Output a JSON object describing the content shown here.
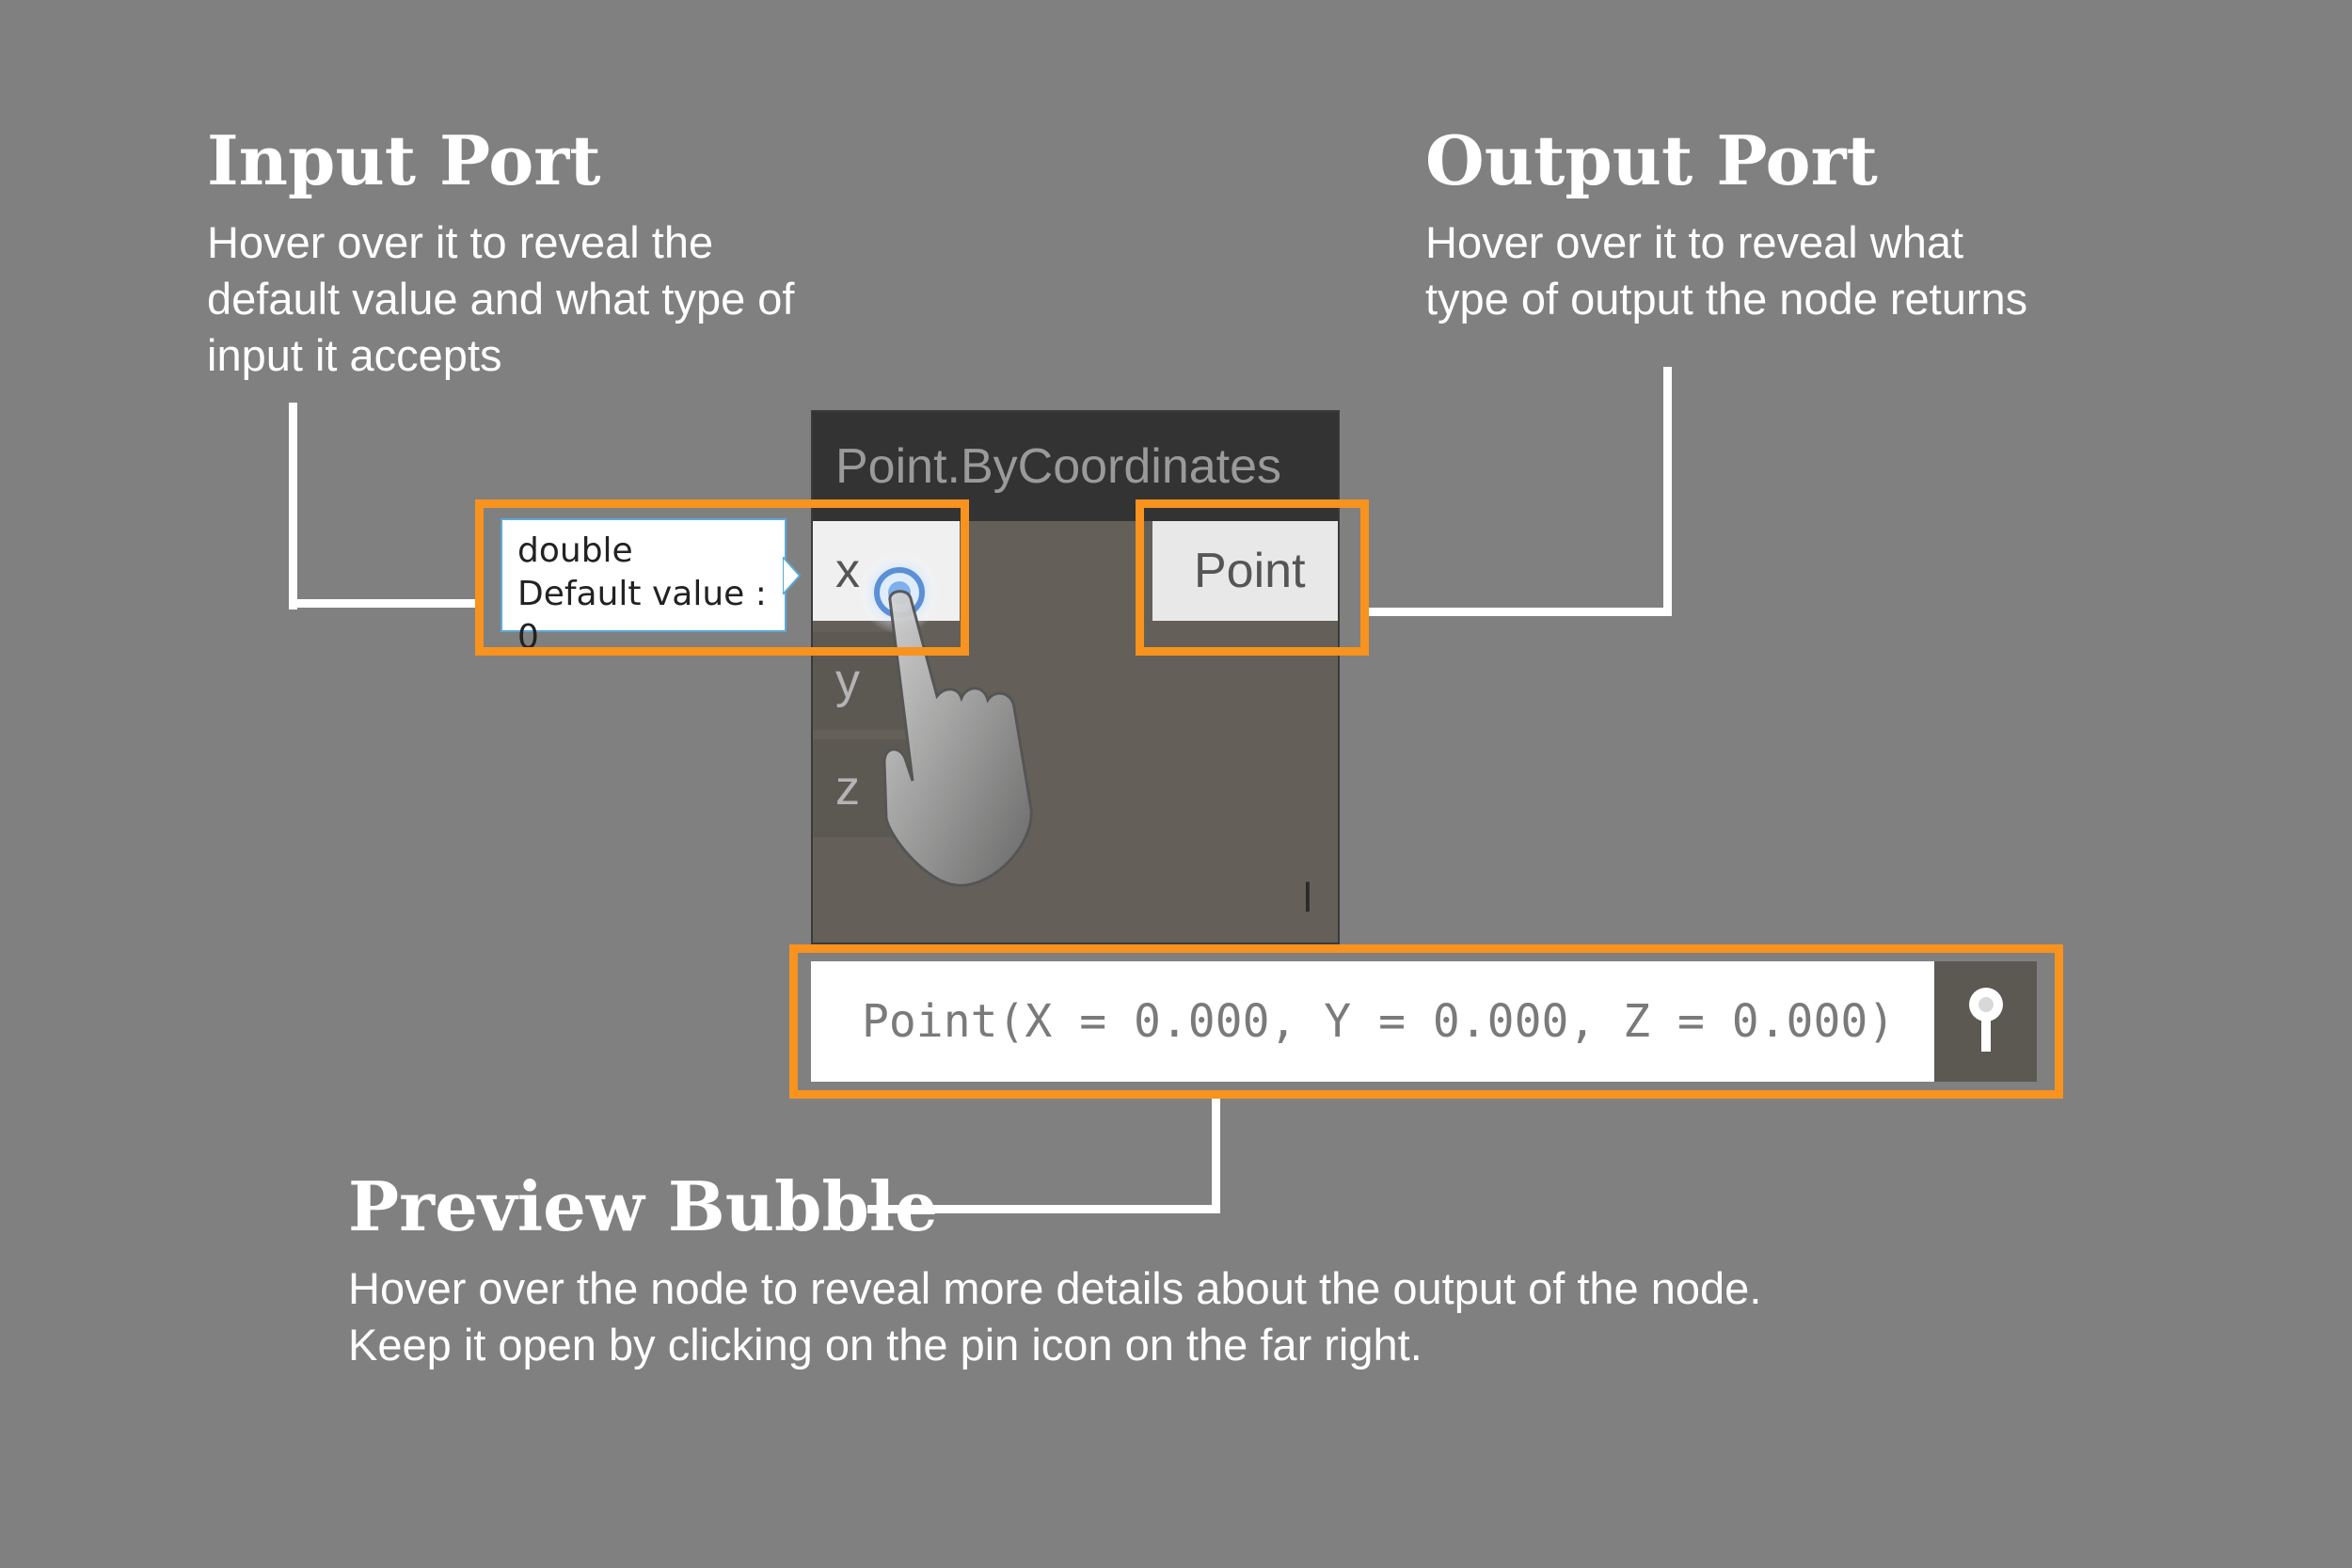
{
  "input_port": {
    "title": "Input Port",
    "description": "Hover over it to reveal the default value and what type of input it accepts"
  },
  "output_port": {
    "title": "Output Port",
    "description": "Hover over it to reveal what type of output the node returns"
  },
  "preview_bubble": {
    "title": "Preview Bubble",
    "description": "Hover over the node to reveal more details about the output of the node. Keep it open by clicking on the pin icon on the far right."
  },
  "node": {
    "title": "Point.ByCoordinates",
    "inputs": [
      "x",
      "y",
      "z"
    ],
    "output": "Point",
    "lacing_marker": "l"
  },
  "tooltip": {
    "type": "double",
    "default": "Default value : 0"
  },
  "preview": {
    "value": "Point(X = 0.000, Y = 0.000, Z = 0.000)"
  },
  "colors": {
    "highlight": "#f7931e",
    "background": "#808080",
    "node_header": "#333333",
    "node_body": "#646059"
  },
  "icons": [
    "hand-cursor-icon",
    "pin-icon"
  ]
}
